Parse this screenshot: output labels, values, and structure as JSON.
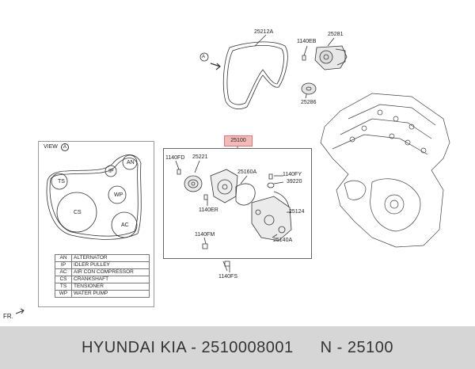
{
  "diagram": {
    "view_label": "VIEW",
    "view_marker": "A",
    "callout_main": "25100",
    "part_labels": {
      "belt": "25212A",
      "bolt_top": "1140EB",
      "tensioner": "25281",
      "idler": "25286",
      "bolt_fd": "1140FD",
      "pulley": "25221",
      "gasket": "25160A",
      "bolt_fy": "1140FY",
      "oring": "39220",
      "bolt_er": "1140ER",
      "pipe": "25124",
      "bolt_fm": "1140FM",
      "housing": "25140A",
      "bolt_fs": "1140FS"
    },
    "pulleys": {
      "an": "AN",
      "ip": "IP",
      "ts": "TS",
      "wp": "WP",
      "cs": "CS",
      "ac": "AC"
    },
    "legend": [
      {
        "code": "AN",
        "name": "ALTERNATOR"
      },
      {
        "code": "IP",
        "name": "IDLER PULLEY"
      },
      {
        "code": "AC",
        "name": "AIR CON COMPRESSOR"
      },
      {
        "code": "CS",
        "name": "CRANKSHAFT"
      },
      {
        "code": "TS",
        "name": "TENSIONER"
      },
      {
        "code": "WP",
        "name": " WATER PUMP"
      }
    ],
    "front_label": "FR."
  },
  "footer": {
    "brand_part": "HYUNDAI KIA - 2510008001",
    "ref": "N - 25100"
  }
}
